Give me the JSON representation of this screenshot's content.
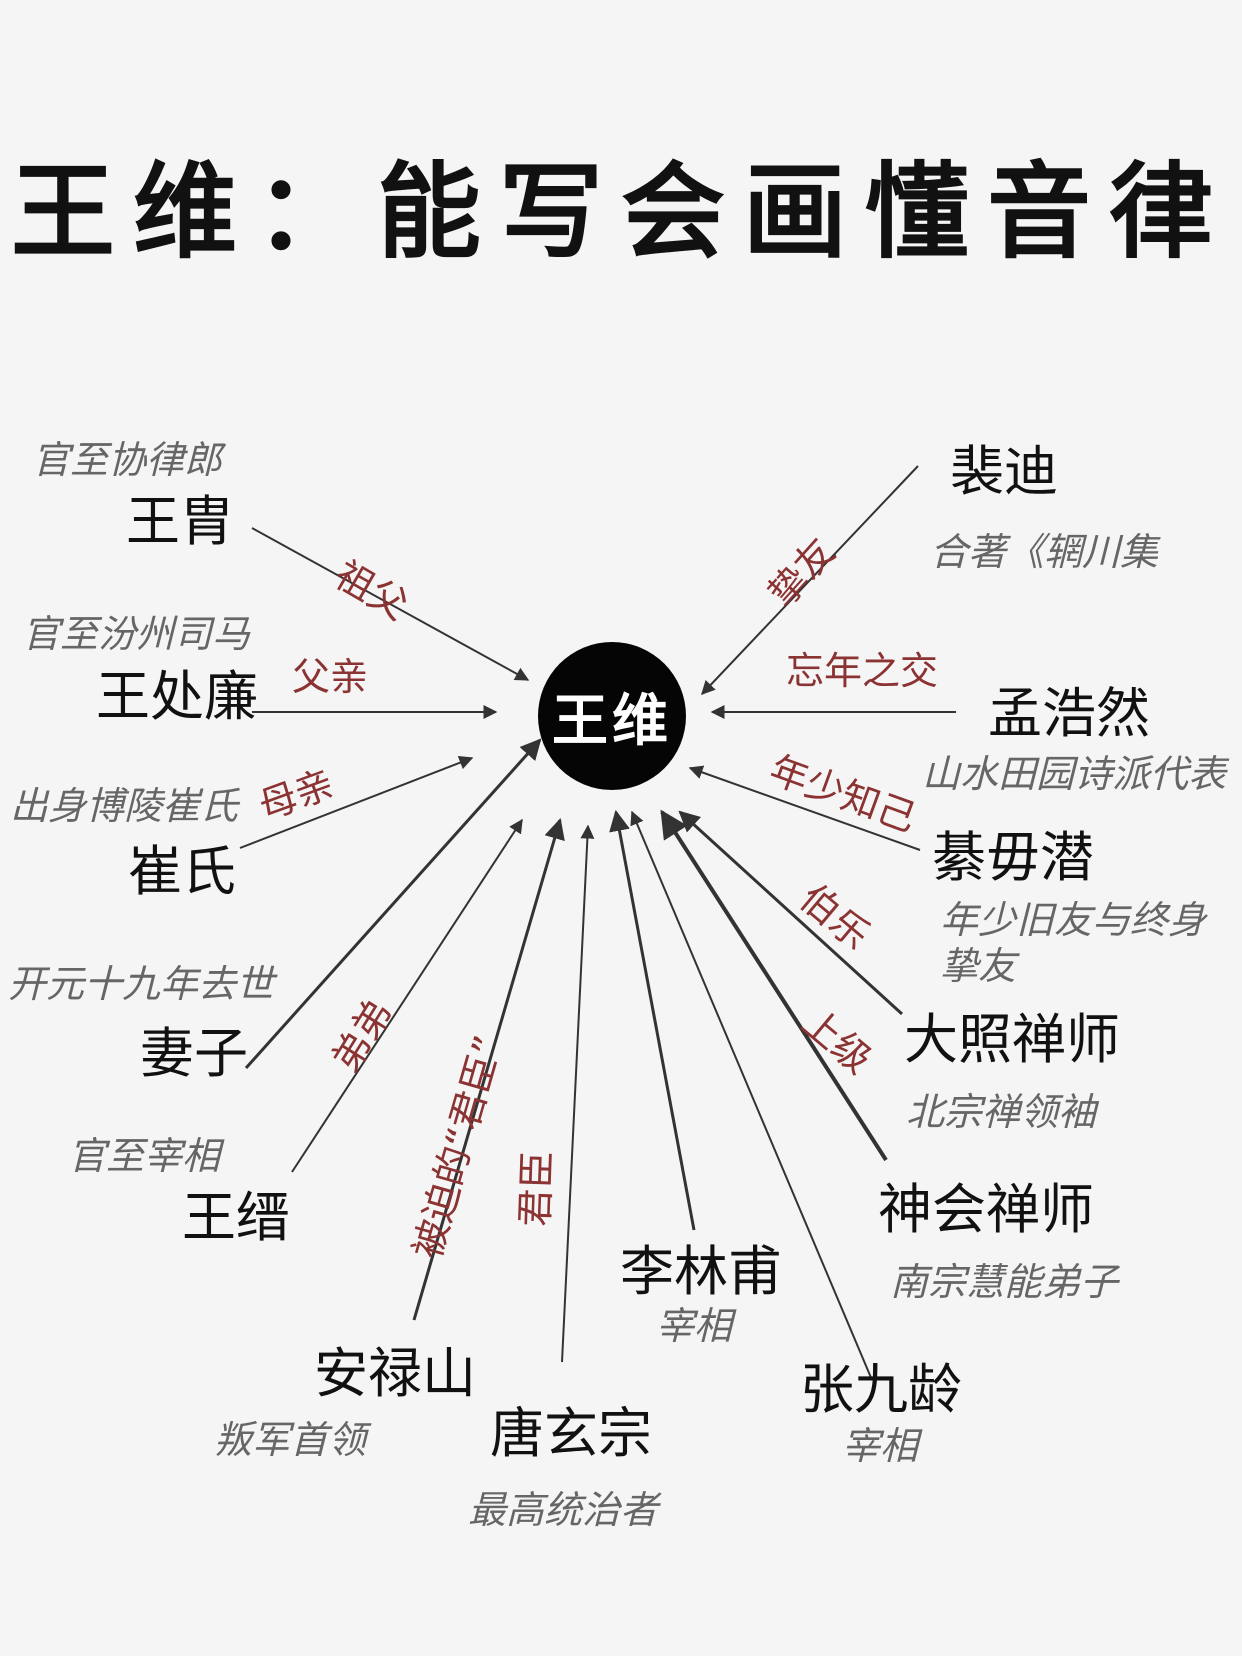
{
  "title": "王维：能写会画懂音律",
  "center": "王维",
  "colors": {
    "background": "#f5f5f5",
    "edge": "#333333",
    "relation": "#8b3232",
    "note": "#666666"
  },
  "nodes": [
    {
      "id": "wang_zhou",
      "name": "王胄",
      "note": "官至协律郎",
      "relation": "祖父"
    },
    {
      "id": "wang_chulian",
      "name": "王处廉",
      "note": "官至汾州司马",
      "relation": "父亲"
    },
    {
      "id": "cui",
      "name": "崔氏",
      "note": "出身博陵崔氏",
      "relation": "母亲"
    },
    {
      "id": "wife",
      "name": "妻子",
      "note": "开元十九年去世",
      "relation": ""
    },
    {
      "id": "wang_jin",
      "name": "王缙",
      "note": "官至宰相",
      "relation": "弟弟"
    },
    {
      "id": "an_lushan",
      "name": "安禄山",
      "note": "叛军首领",
      "relation": "被迫的“君臣”"
    },
    {
      "id": "xuanzong",
      "name": "唐玄宗",
      "note": "最高统治者",
      "relation": "君臣"
    },
    {
      "id": "li_linfu",
      "name": "李林甫",
      "note": "宰相",
      "relation": ""
    },
    {
      "id": "zhang_jiuling",
      "name": "张九龄",
      "note": "宰相",
      "relation": ""
    },
    {
      "id": "shenhui",
      "name": "神会禅师",
      "note": "南宗慧能弟子",
      "relation": ""
    },
    {
      "id": "dazhao",
      "name": "大照禅师",
      "note": "北宗禅领袖",
      "relation": "上级"
    },
    {
      "id": "qiwu_qian",
      "name": "綦毋潜",
      "note_lines": [
        "年少旧友与终身",
        "挚友"
      ],
      "relation": "伯乐"
    },
    {
      "id": "meng_haoran",
      "name": "孟浩然",
      "note": "山水田园诗派代表",
      "relation": "年少知己"
    },
    {
      "id": "pei_di",
      "name": "裴迪",
      "note": "合著《辋川集",
      "relation": "挚友"
    }
  ],
  "extra_relations": {
    "meng_haoran_top": "忘年之交"
  }
}
